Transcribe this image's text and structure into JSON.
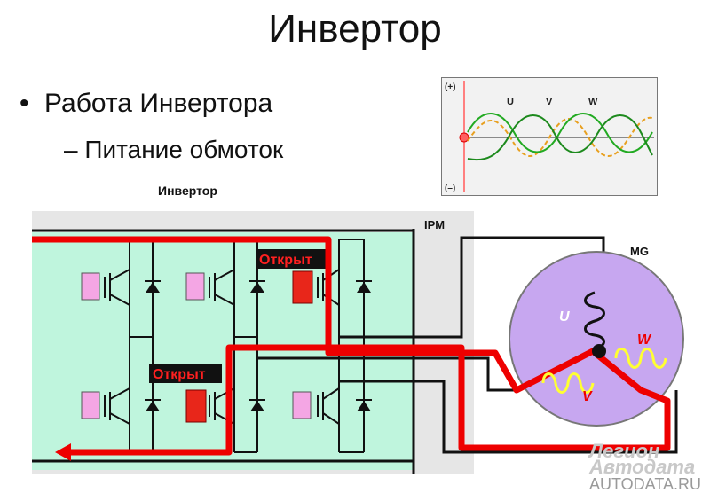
{
  "slide": {
    "title": "Инвертор",
    "bullet": "Работа Инвертора",
    "subbullet_dash": "–",
    "subbullet": "Питание обмоток"
  },
  "diagram": {
    "inverter_label": "Инвертор",
    "ipm_label": "IPM",
    "mg_label": "MG",
    "open_top": "Открыт",
    "open_bottom": "Открыт",
    "coil_u": "U",
    "coil_v": "V",
    "coil_w": "W"
  },
  "waveform": {
    "plus_label": "(+)",
    "minus_label": "(–)",
    "u_label": "U",
    "v_label": "V",
    "w_label": "W"
  },
  "brand": {
    "logo": "Легион Автодата",
    "url": "AUTODATA.RU"
  },
  "colors": {
    "panel_bg": "#bff5dd",
    "current": "#ee0000",
    "motor": "#c7a7f0",
    "coil": "#ffff33",
    "igbt_idle": "#f4a6e4",
    "igbt_open": "#e8261a"
  }
}
